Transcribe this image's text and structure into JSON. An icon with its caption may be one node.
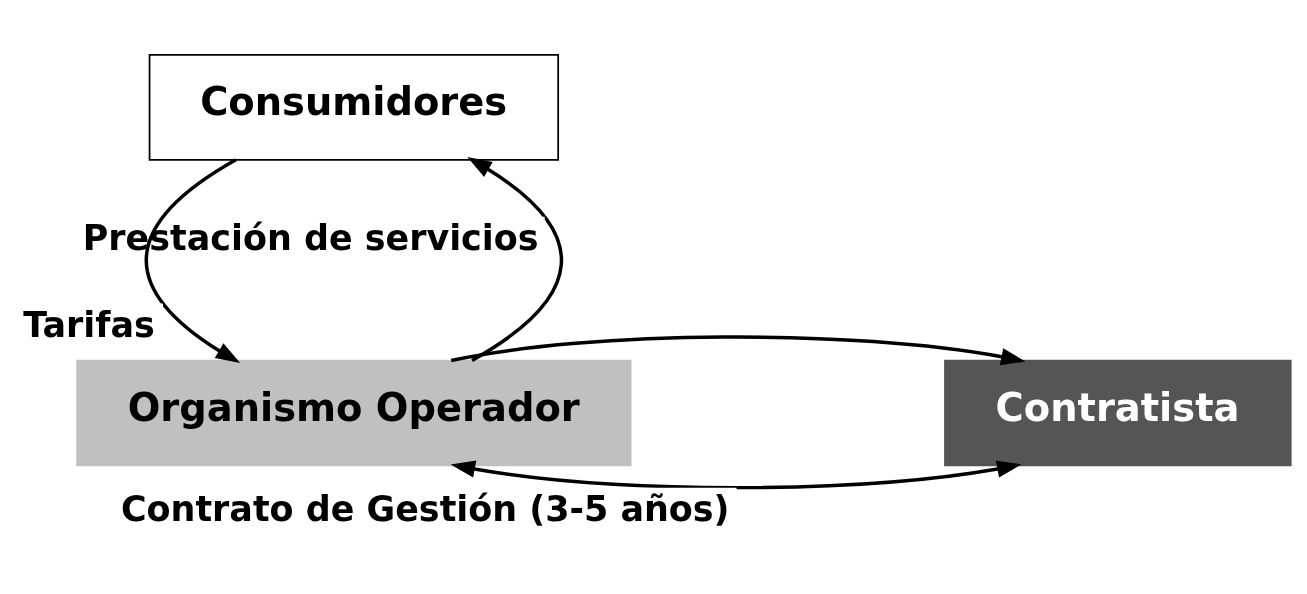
{
  "diagram": {
    "nodes": [
      {
        "text": [
          "Organismo Operador"
        ]
      },
      {
        "text": [
          "Contratista"
        ]
      },
      {
        "text": [
          "Consumidores"
        ]
      }
    ],
    "edges": [
      {
        "from": 0,
        "to": 1,
        "arrow": "both",
        "label": "Contrato de Gestión (3-5 años)"
      },
      {
        "from": 0,
        "to": 1,
        "arrow": "to"
      },
      {
        "from": 0,
        "to": 2,
        "arrow": "to",
        "label": "Prestación de servicios"
      },
      {
        "from": 2,
        "to": 0,
        "arrow": "to",
        "label": "Tarifas"
      }
    ]
  }
}
